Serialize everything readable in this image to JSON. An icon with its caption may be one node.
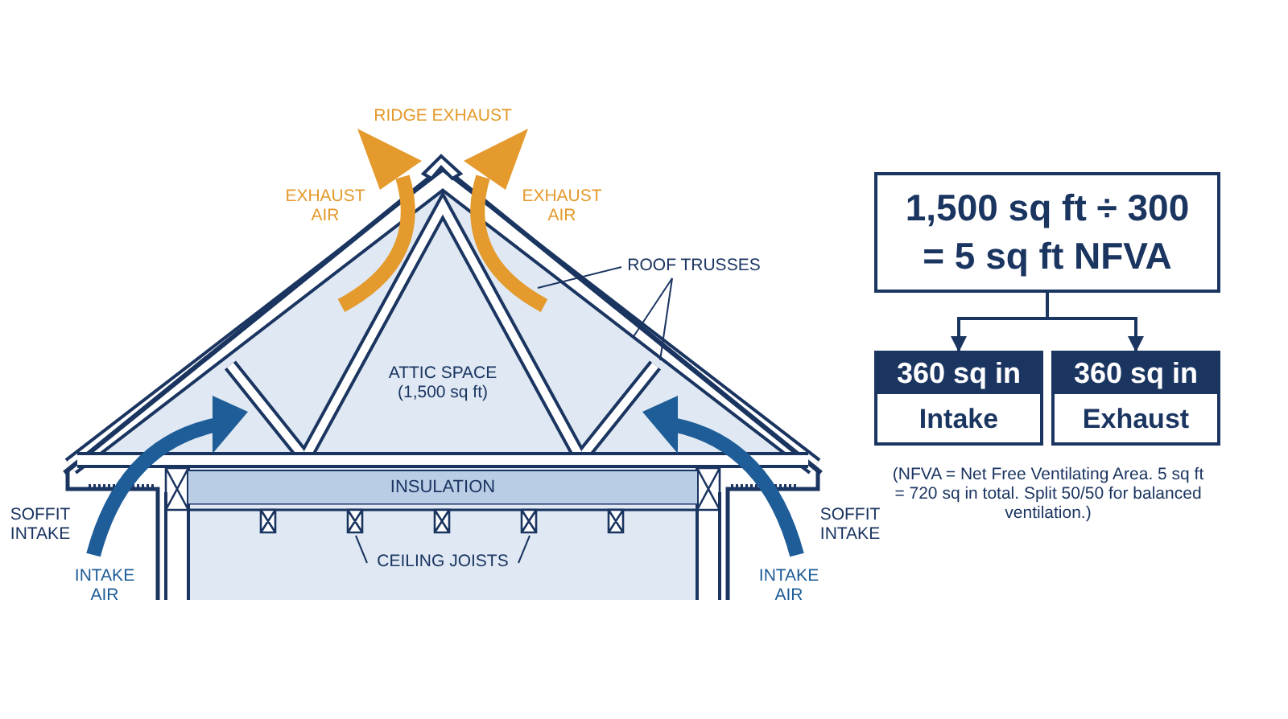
{
  "diagram": {
    "nodes": [
      {
        "text": [
          "1,500 sq ft ÷ 300 = 5 sq ft NFVA"
        ]
      },
      {
        "text": [
          "360 sq in",
          "Intake"
        ]
      },
      {
        "text": [
          "360 sq in",
          "Exhaust"
        ]
      },
      {
        "text": [
          "ROOF TRUSSES"
        ]
      },
      {
        "text": [
          "INSULATION"
        ]
      },
      {
        "text": [
          "CEILING JOISTS"
        ]
      }
    ],
    "edges": [
      {
        "from": 0,
        "to": 1,
        "arrow": "to"
      },
      {
        "from": 0,
        "to": 2,
        "arrow": "to"
      },
      {
        "from": 3,
        "to": null,
        "arrow": "none"
      },
      {
        "from": 3,
        "to": null,
        "arrow": "none"
      },
      {
        "from": 3,
        "to": null,
        "arrow": "none"
      },
      {
        "from": 5,
        "to": null,
        "arrow": "none"
      },
      {
        "from": 5,
        "to": null,
        "arrow": "none"
      }
    ],
    "labels": [
      "RIDGE EXHAUST",
      "EXHAUST AIR",
      "EXHAUST AIR",
      "ATTIC SPACE (1,500 sq ft)",
      "SOFFIT INTAKE",
      "SOFFIT INTAKE",
      "INTAKE AIR",
      "INTAKE AIR",
      "(NFVA = Net Free Ventilating Area. 5 sq ft = 720 sq in total. Split 50/50 for balanced ventilation.)"
    ]
  }
}
